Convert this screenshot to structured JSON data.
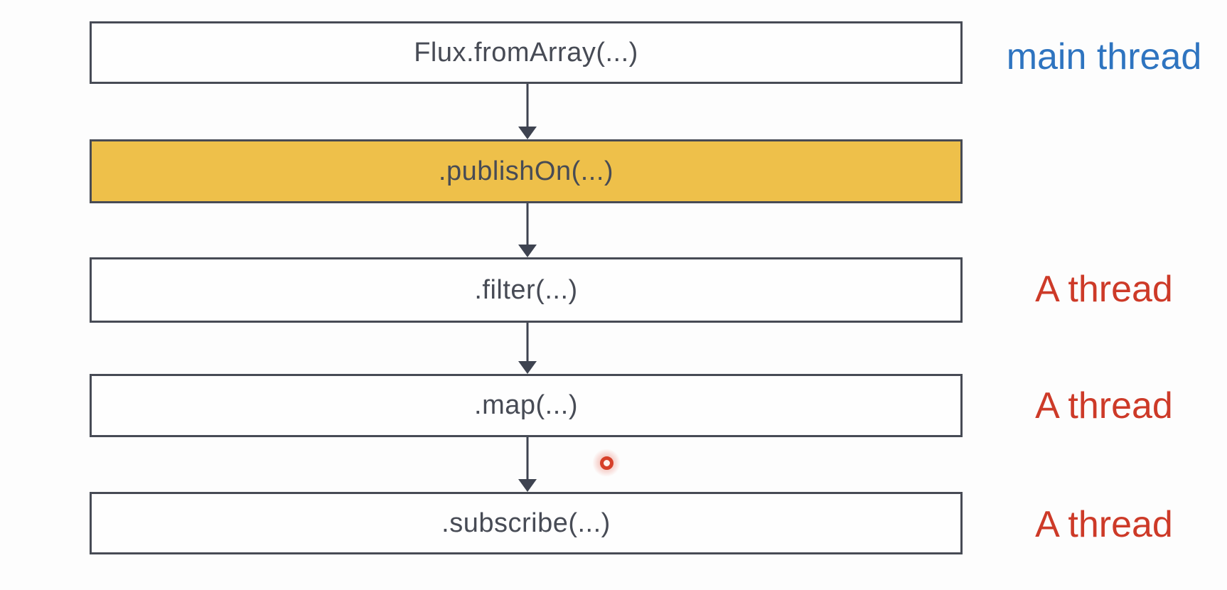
{
  "diagram": {
    "description": "Flux pipeline flowchart showing publishOn thread switching",
    "nodes": [
      {
        "id": "flux-fromarray",
        "label": "Flux.fromArray(...)",
        "highlighted": false
      },
      {
        "id": "publishon",
        "label": ".publishOn(...)",
        "highlighted": true
      },
      {
        "id": "filter",
        "label": ".filter(...)",
        "highlighted": false
      },
      {
        "id": "map",
        "label": ".map(...)",
        "highlighted": false
      },
      {
        "id": "subscribe",
        "label": ".subscribe(...)",
        "highlighted": false
      }
    ],
    "thread_labels": [
      {
        "text": "main thread",
        "color": "#2e74c0",
        "attached_to": "Flux.fromArray(...)"
      },
      {
        "text": "A thread",
        "color": "#cd3a28",
        "attached_to": ".filter(...)"
      },
      {
        "text": "A thread",
        "color": "#cd3a28",
        "attached_to": ".map(...)"
      },
      {
        "text": "A thread",
        "color": "#cd3a28",
        "attached_to": ".subscribe(...)"
      }
    ],
    "colors": {
      "background": "#fdfdfd",
      "box_fill": "#fefefe",
      "box_border": "#474b55",
      "box_text": "#474b55",
      "highlight_fill": "#eec04a",
      "arrow": "#3e4350",
      "main_thread_label": "#2e74c0",
      "a_thread_label": "#cd3a28",
      "cursor_dot": "#d6402a"
    }
  }
}
